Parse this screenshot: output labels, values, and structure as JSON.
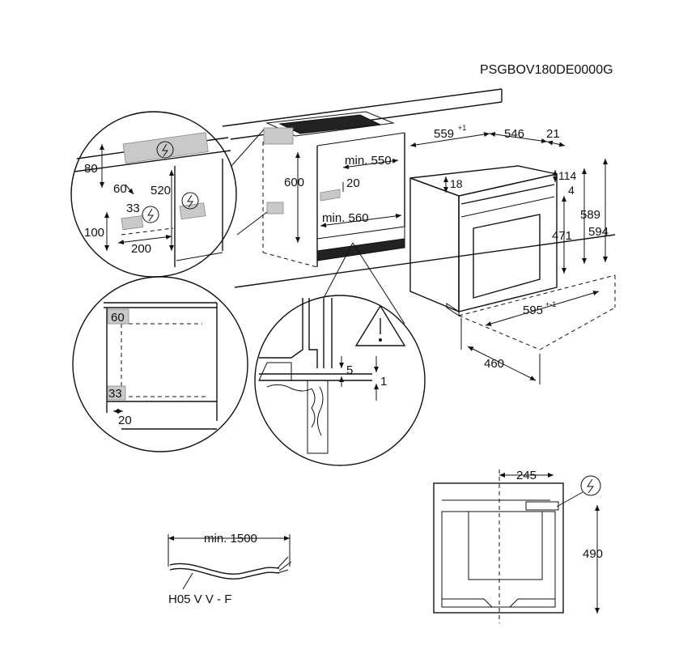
{
  "document": {
    "model_code": "PSGBOV180DE0000G",
    "cable": {
      "length_label": "min. 1500",
      "type_label": "H05 V V - F"
    },
    "cabinet": {
      "height": "600",
      "depth_min": "min. 550",
      "shelf_gap": "20",
      "width_min": "min. 560"
    },
    "oven": {
      "depth_outer": "559",
      "depth_outer_tol": "+1",
      "depth_body": "546",
      "front_depth": "21",
      "top_offset": "18",
      "door_gap": "114",
      "panel_4": "4",
      "front_height": "471",
      "height_589": "589",
      "height_594": "594",
      "width": "595",
      "width_tol": "+-1",
      "depth_460": "460"
    },
    "detail_connection": {
      "d80": "80",
      "d60": "60",
      "d520": "520",
      "d33": "33",
      "d100": "100",
      "d200": "200"
    },
    "detail_side": {
      "d60": "60",
      "d33": "33",
      "d20": "20"
    },
    "detail_gap": {
      "d5": "5",
      "d1": "1"
    },
    "back_view": {
      "width_245": "245",
      "height_490": "490"
    }
  }
}
